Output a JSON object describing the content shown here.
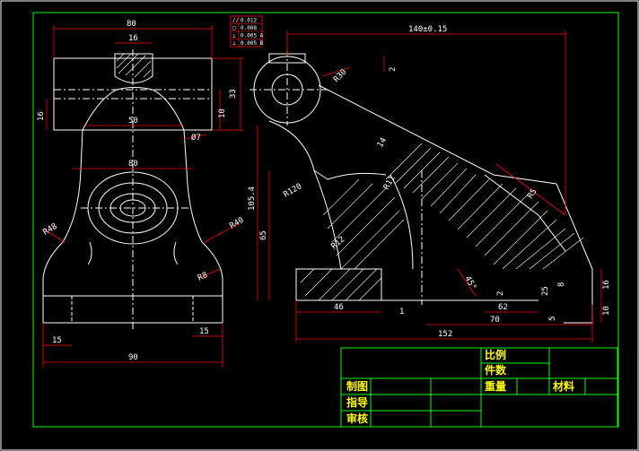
{
  "colors": {
    "background": "#000000",
    "frame": "#00ff00",
    "outline": "#ffffff",
    "dimension": "#ff0000",
    "hatch": "#ffffff",
    "text": "#ffff00"
  },
  "front_view": {
    "dims": {
      "top_width": "80",
      "slot_width": "16",
      "neck_width": "50",
      "base_upper_width": "80",
      "base_width": "90",
      "foot_left": "15",
      "foot_right": "15",
      "height_33": "33",
      "height_10": "10",
      "height_16": "16",
      "r48": "R48",
      "r40": "R40",
      "r8": "R8",
      "phi7": "Ø7"
    }
  },
  "tolerance_frame": {
    "rows": [
      [
        "//",
        "0.012"
      ],
      [
        "□",
        "0.008"
      ],
      [
        "⊥",
        "0.005 A"
      ],
      [
        "⊥",
        "0.005 B"
      ]
    ]
  },
  "side_view": {
    "dims": {
      "overall": "140±0.15",
      "d2": "2",
      "r30": "R30",
      "h14": "14",
      "r120": "R120",
      "r11": "R11",
      "r12": "R12",
      "h105": "105.4",
      "h65": "65",
      "w46": "46",
      "w1": "1",
      "w62": "62",
      "w70": "70",
      "w152": "152",
      "w16": "16",
      "w10": "10",
      "r5": "R5",
      "ang": "45°",
      "h25": "25",
      "h8": "8",
      "h2": "2",
      "h5": "5"
    }
  },
  "title_block": {
    "scale": "比例",
    "quantity": "件数",
    "weight": "重量",
    "material": "材料",
    "drawn": "制图",
    "guide": "指导",
    "check": "审核"
  }
}
